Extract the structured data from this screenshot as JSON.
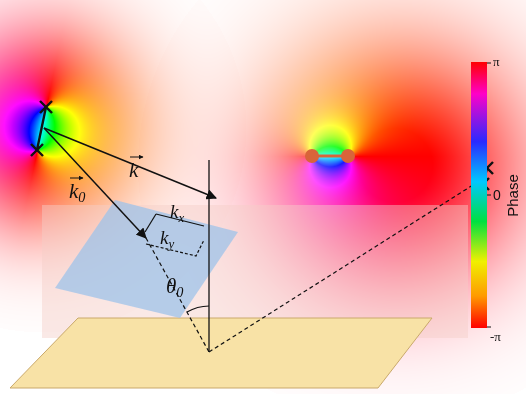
{
  "diagram": {
    "labels": [
      "k",
      "k0",
      "kx",
      "ky",
      "θ0",
      "π",
      "0",
      "-π",
      "Phase"
    ]
  }
}
